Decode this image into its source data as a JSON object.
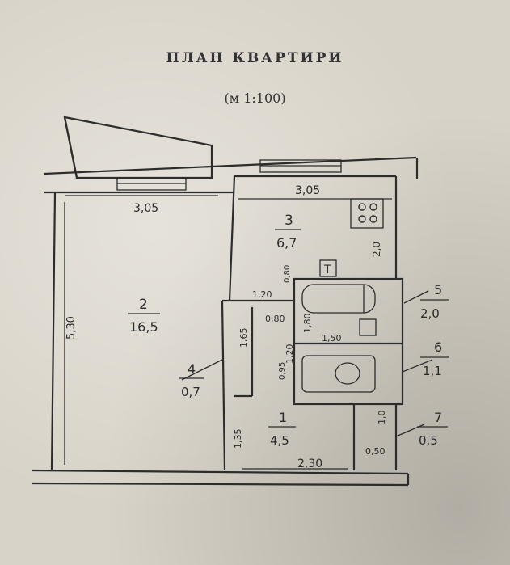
{
  "title": "ПЛАН КВАРТИРИ",
  "scale": "(м  1:100)",
  "dimensions": {
    "room2_top_width": "3,05",
    "room3_top_width": "3,05",
    "room2_height": "5,30",
    "bottom_width": "2,30",
    "room3_side": "2,0",
    "wall_120": "1,20",
    "wall_080": "0,80",
    "wall_165": "1,65",
    "wall_120b": "1,20",
    "wall_180": "1,80",
    "wall_150": "1,50",
    "wall_095": "0,95",
    "wall_035": "0,80",
    "corridor_135": "1,35",
    "closet_100": "1,0",
    "closet_050": "0,50"
  },
  "rooms": [
    {
      "num": "1",
      "area": "4,5"
    },
    {
      "num": "2",
      "area": "16,5"
    },
    {
      "num": "3",
      "area": "6,7"
    },
    {
      "num": "4",
      "area": "0,7"
    },
    {
      "num": "5",
      "area": "2,0"
    },
    {
      "num": "6",
      "area": "1,1"
    },
    {
      "num": "7",
      "area": "0,5"
    }
  ],
  "fixtures": {
    "refrigerator_label": "Т"
  }
}
